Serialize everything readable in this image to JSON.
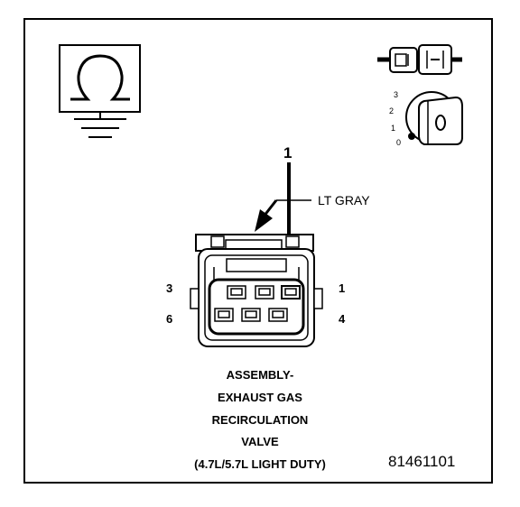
{
  "callout_number": "1",
  "wire_color": "LT GRAY",
  "pins": {
    "top_left": "3",
    "bottom_left": "6",
    "top_right": "1",
    "bottom_right": "4"
  },
  "key_positions": [
    "3",
    "2",
    "1",
    "0"
  ],
  "caption": {
    "line1": "ASSEMBLY-",
    "line2": "EXHAUST GAS",
    "line3": "RECIRCULATION",
    "line4": "VALVE",
    "line5": "(4.7L/5.7L LIGHT DUTY)"
  },
  "figure_number": "81461101",
  "icons": {
    "ohmmeter": "ohm-ground-icon",
    "connector": "disconnected-connector-icon",
    "ignition": "ignition-key-icon"
  }
}
